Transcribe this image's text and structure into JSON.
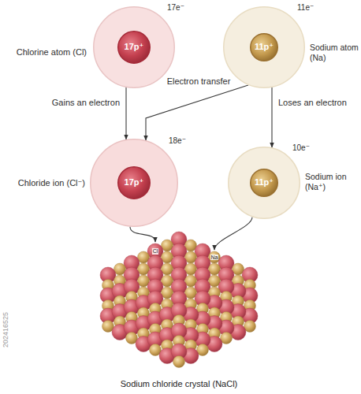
{
  "diagram": {
    "nodes": [
      {
        "text": [
          "Chlorine atom (Cl)",
          "17e⁻"
        ]
      },
      {
        "text": [
          "17p⁺"
        ],
        "in": 0
      },
      {
        "text": [
          "Sodium atom (Na)",
          "11e⁻"
        ]
      },
      {
        "text": [
          "11p⁺"
        ],
        "in": 2
      },
      {
        "text": [
          "Chloride ion (Cl⁻)",
          "18e⁻"
        ]
      },
      {
        "text": [
          "17p⁺"
        ],
        "in": 4
      },
      {
        "text": [
          "Sodium ion (Na⁺)",
          "10e⁻"
        ]
      },
      {
        "text": [
          "11p⁺"
        ],
        "in": 6
      },
      {
        "text": [
          "Sodium chloride crystal (NaCl)"
        ]
      }
    ],
    "edges": [
      {
        "from": 0,
        "to": 4,
        "arrow": "to",
        "label": "Gains an electron"
      },
      {
        "from": 2,
        "to": 6,
        "arrow": "to",
        "label": "Loses an electron"
      },
      {
        "from": 2,
        "to": 4,
        "arrow": "to",
        "label": "Electron transfer"
      },
      {
        "from": 4,
        "to": 8,
        "arrow": "to"
      },
      {
        "from": 6,
        "to": 8,
        "arrow": "to"
      }
    ],
    "labels": [
      "Cl",
      "Na",
      "202416525"
    ]
  }
}
